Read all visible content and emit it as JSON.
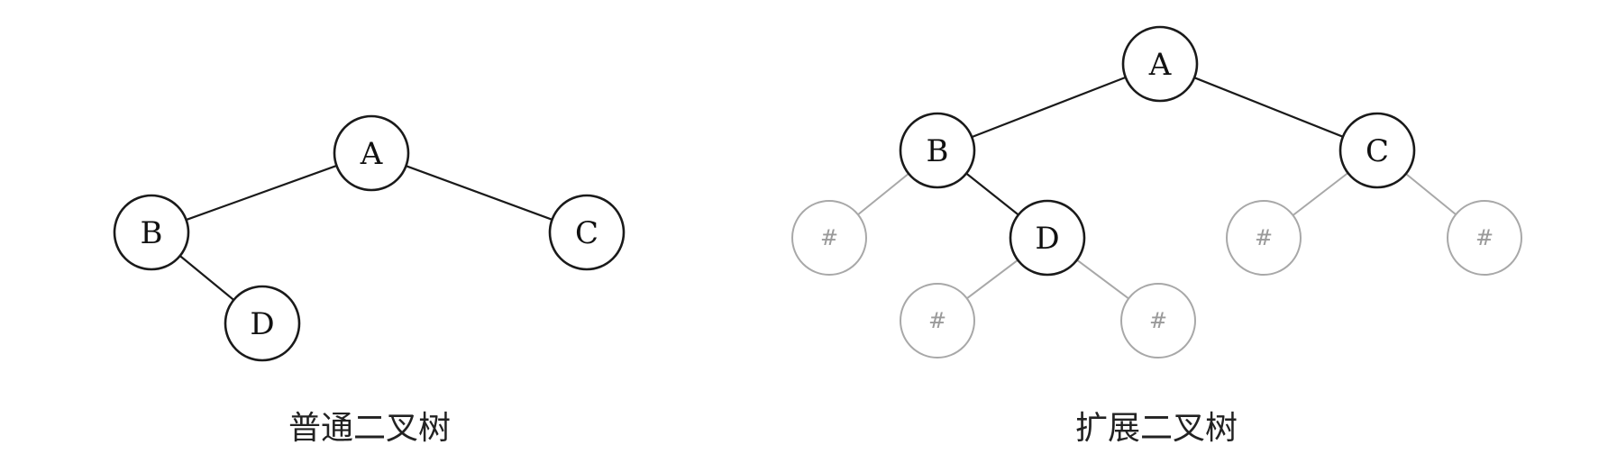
{
  "captions": {
    "normal_tree": "普通二叉树",
    "extended_tree": "扩展二叉树"
  },
  "normal_tree": {
    "nodes": [
      {
        "id": "A",
        "label": "A"
      },
      {
        "id": "B",
        "label": "B"
      },
      {
        "id": "C",
        "label": "C"
      },
      {
        "id": "D",
        "label": "D"
      }
    ],
    "edges": [
      [
        "A",
        "B"
      ],
      [
        "A",
        "C"
      ],
      [
        "B",
        "D"
      ]
    ]
  },
  "extended_tree": {
    "nodes": [
      {
        "id": "A",
        "label": "A",
        "kind": "real"
      },
      {
        "id": "B",
        "label": "B",
        "kind": "real"
      },
      {
        "id": "C",
        "label": "C",
        "kind": "real"
      },
      {
        "id": "D",
        "label": "D",
        "kind": "real"
      },
      {
        "id": "B_left",
        "label": "#",
        "kind": "null"
      },
      {
        "id": "D_left",
        "label": "#",
        "kind": "null"
      },
      {
        "id": "D_right",
        "label": "#",
        "kind": "null"
      },
      {
        "id": "C_left",
        "label": "#",
        "kind": "null"
      },
      {
        "id": "C_right",
        "label": "#",
        "kind": "null"
      }
    ],
    "edges": [
      [
        "A",
        "B"
      ],
      [
        "A",
        "C"
      ],
      [
        "B",
        "D"
      ],
      [
        "B",
        "B_left"
      ],
      [
        "D",
        "D_left"
      ],
      [
        "D",
        "D_right"
      ],
      [
        "C",
        "C_left"
      ],
      [
        "C",
        "C_right"
      ]
    ]
  },
  "colors": {
    "real_stroke": "#1a1a1a",
    "null_stroke": "#a8a8a8"
  }
}
